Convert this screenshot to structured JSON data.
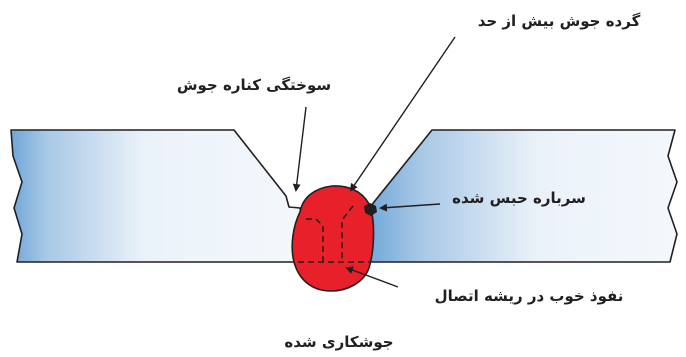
{
  "labels": {
    "excess_reinforcement": "گرده جوش بیش از حد",
    "undercut": "سوختگی کناره جوش",
    "slag_inclusion": "سرباره حبس شده",
    "root_penetration": "نفوذ خوب در ریشه اتصال",
    "caption": "جوشکاری شده"
  },
  "colors": {
    "plate_light": "#e9f1f8",
    "plate_mid": "#b6d0e9",
    "plate_dark": "#6ea6d8",
    "weld_fill": "#e8202a",
    "outline": "#231f20",
    "slag": "#231f20"
  }
}
